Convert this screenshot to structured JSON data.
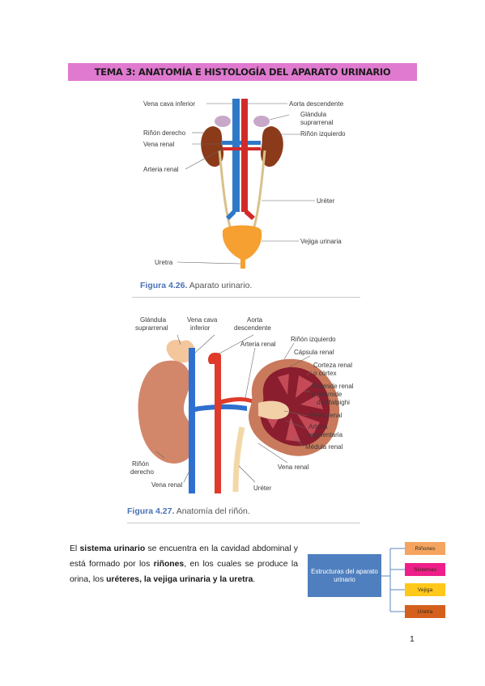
{
  "title": "TEMA 3: ANATOMÍA E HISTOLOGÍA DEL APARATO URINARIO",
  "figure1": {
    "labels": {
      "vena_cava_inferior": "Vena cava inferior",
      "aorta_descendente": "Aorta descendente",
      "glandula": "Glándula",
      "suprarrenal": "suprarrenal",
      "rinon_izquierdo": "Riñón izquierdo",
      "rinon_derecho": "Riñón derecho",
      "vena_renal": "Vena renal",
      "arteria_renal": "Arteria renal",
      "ureter": "Uréter",
      "vejiga_urinaria": "Vejiga urinaria",
      "uretra": "Uretra"
    },
    "caption_number": "Figura 4.26.",
    "caption_text": " Aparato urinario."
  },
  "figure2": {
    "labels": {
      "glandula": "Glándula",
      "suprarrenal": "suprarrenal",
      "vena_cava": "Vena cava",
      "inferior": "inferior",
      "aorta": "Aorta",
      "descendente": "descendente",
      "rinon_izquierdo": "Riñón izquierdo",
      "arteria_renal": "Arteria renal",
      "capsula_renal": "Cápsula renal",
      "corteza_renal": "Corteza renal",
      "o_cortex": "o córtex",
      "piramide_renal": "Pirámide renal",
      "o_piramide_de": "o pirámide",
      "malpighi": "de Malpighi",
      "pelvis_renal": "Pelvis renal",
      "arteria": "Arteria",
      "segmentaria": "segmentaria",
      "medula_renal": "Médula renal",
      "rinon": "Riñón",
      "derecho": "derecho",
      "vena_renal_right": "Vena renal",
      "vena_renal_left": "Vena renal",
      "ureter": "Uréter"
    },
    "caption_number": "Figura 4.27.",
    "caption_text": " Anatomía del riñón."
  },
  "paragraph": {
    "t1": "El ",
    "b1": "sistema urinario",
    "t2": " se encuentra en la cavidad abdominal y está formado por los ",
    "b2": "riñones",
    "t3": ", en los cuales se produce la orina, los ",
    "b3": "uréteres, la vejiga urinaria y la uretra",
    "t4": "."
  },
  "concept_map": {
    "root": "Estructuras del aparato urinario",
    "leaves": [
      {
        "label": "Riñones",
        "color": "#f4a460"
      },
      {
        "label": "Sistemas",
        "color": "#ee1f8a"
      },
      {
        "label": "Vejiga",
        "color": "#ffc81a"
      },
      {
        "label": "Uretra",
        "color": "#d4601c"
      }
    ]
  },
  "page_number": "1"
}
